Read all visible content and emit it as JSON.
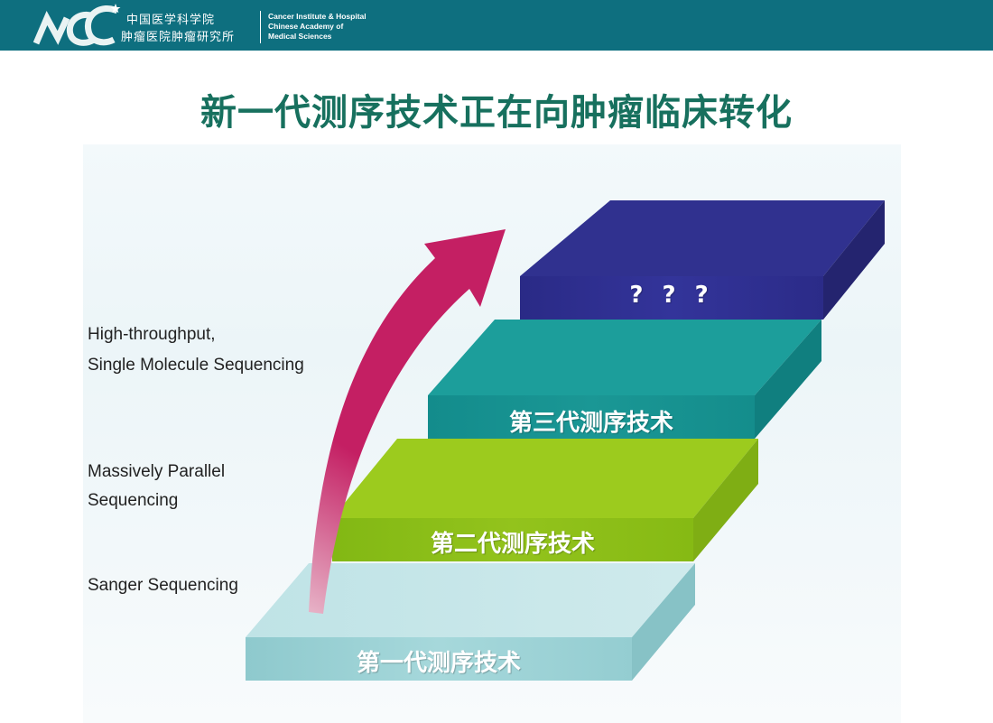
{
  "header": {
    "org_cn_line1": "中国医学科学院",
    "org_cn_line2": "肿瘤医院肿瘤研究所",
    "org_en_line1": "Cancer Institute & Hospital",
    "org_en_line2": "Chinese Academy of",
    "org_en_line3": "Medical Sciences",
    "colors": {
      "band": "#0e6f7f",
      "text": "#ffffff"
    }
  },
  "title": "新一代测序技术正在向肿瘤临床转化",
  "diagram": {
    "side_labels": {
      "third_gen_line1": "High-throughput,",
      "third_gen_line2": "Single Molecule Sequencing",
      "second_gen_line1": "Massively Parallel",
      "second_gen_line2": "Sequencing",
      "first_gen": "Sanger Sequencing"
    },
    "steps": [
      {
        "label": "第一代测序技术",
        "color": "#a9dde0"
      },
      {
        "label": "第二代测序技术",
        "color": "#9cc81e"
      },
      {
        "label": "第三代测序技术",
        "color": "#1e9a98"
      },
      {
        "label": "? ? ?",
        "color": "#2e2f92"
      }
    ],
    "arrow_color": "#c51f63"
  }
}
